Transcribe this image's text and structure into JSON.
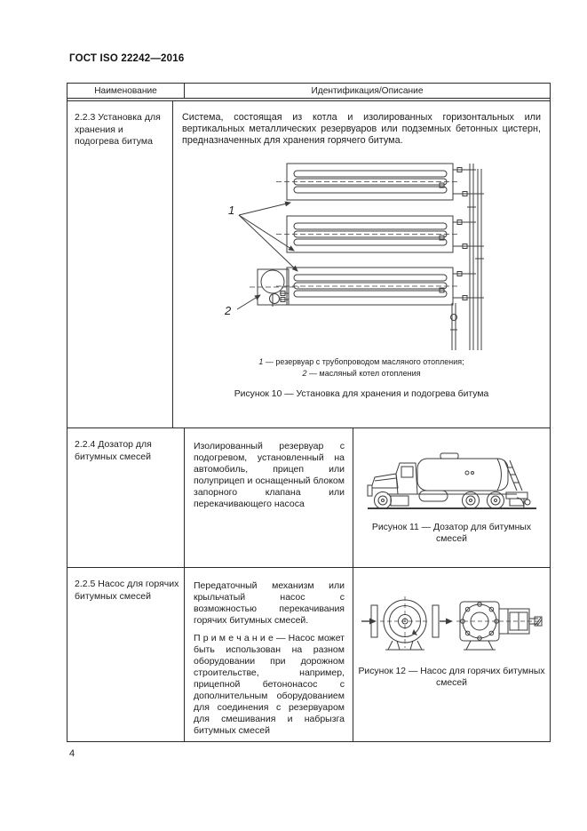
{
  "page": {
    "header": "ГОСТ ISO 22242—2016",
    "page_number": "4"
  },
  "table": {
    "columns": [
      "Наименование",
      "Идентификация/Описание"
    ],
    "rows": [
      {
        "name": "2.2.3  Установка для хранения и подогрева битума",
        "description": "Система, состоящая из котла и изолированных горизонтальных или вертикальных металлических резервуаров или подземных бетонных цистерн, предназначенных для хранения горячего битума.",
        "figure": {
          "labels": {
            "tank": "1",
            "boiler": "2"
          },
          "legend_1_num": "1",
          "legend_1_text": " — резервуар с трубопроводом масляного отопления;",
          "legend_2_num": "2",
          "legend_2_text": " — масляный котел отопления",
          "caption": "Рисунок 10 — Установка для хранения и подогрева битума"
        }
      },
      {
        "name": "2.2.4  Дозатор для битумных смесей",
        "description": "Изолированный резервуар с подогревом, установленный на автомобиль, прицеп или полуприцеп и оснащенный блоком запорного клапана или перекачивающего насоса",
        "figure": {
          "caption": "Рисунок 11 — Дозатор для битумных смесей"
        }
      },
      {
        "name": "2.2.5  Насос для горячих битумных смесей",
        "description": "Передаточный механизм или крыльчатый насос с возможностью перекачивания горячих битумных смесей.",
        "note": "П р и м е ч а н и е — Насос может быть использован на разном оборудовании при дорожном строительстве, например, прицепной бетононасос с дополнительным оборудованием для соединения с резервуаром для смешивания и набрызга битумных смесей",
        "figure": {
          "caption": "Рисунок 12 — Насос для горячих битумных смесей"
        }
      }
    ]
  }
}
